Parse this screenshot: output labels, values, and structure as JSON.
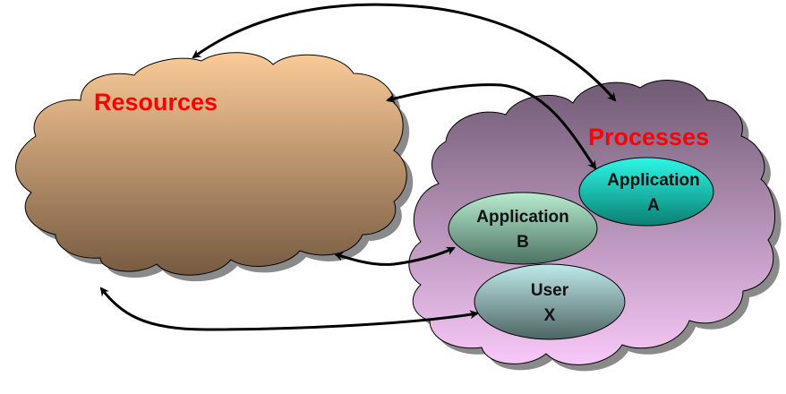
{
  "diagram": {
    "colors": {
      "title_text": "#ff0000",
      "arrow": "#000000",
      "resources_top": "#fbcb98",
      "resources_bottom": "#765a40",
      "processes_top": "#6f5a73",
      "processes_bottom": "#f8c8f8",
      "app_a_top": "#2ef7e6",
      "app_a_bottom": "#0b7f73",
      "app_b_top": "#b8ecd0",
      "app_b_bottom": "#4d7262",
      "user_x_top": "#bfeaea",
      "user_x_bottom": "#4d6563",
      "shadow": "#8a8a8a"
    },
    "clouds": {
      "resources": {
        "label": "Resources"
      },
      "processes": {
        "label": "Processes"
      }
    },
    "nodes": {
      "app_a": {
        "line1": "Application",
        "line2": "A"
      },
      "app_b": {
        "line1": "Application",
        "line2": "B"
      },
      "user_x": {
        "line1": "User",
        "line2": "X"
      }
    },
    "connections": [
      {
        "from": "Resources",
        "to": "Processes",
        "direction": "bidirectional"
      },
      {
        "from": "Resources",
        "to": "Application A",
        "direction": "bidirectional"
      },
      {
        "from": "Resources",
        "to": "Application B",
        "direction": "bidirectional"
      },
      {
        "from": "Resources",
        "to": "User X",
        "direction": "bidirectional"
      }
    ]
  }
}
